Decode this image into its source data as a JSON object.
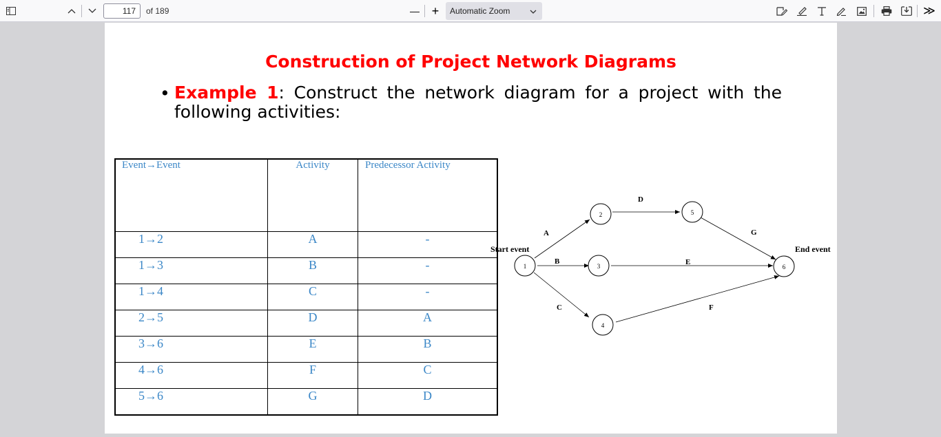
{
  "toolbar": {
    "page_number": "117",
    "page_count_label": "of 189",
    "zoom_label": "Automatic Zoom",
    "zoom_out_glyph": "—",
    "zoom_in_glyph": "+",
    "more_glyph": "≫"
  },
  "document": {
    "title": "Construction of Project Network Diagrams",
    "bullet": "•",
    "example_label": "Example 1",
    "example_text": ": Construct the network diagram for a project with the following activities:"
  },
  "table": {
    "headers": [
      "Event→Event",
      "Activity",
      "Predecessor Activity"
    ],
    "rows": [
      [
        "1→2",
        "A",
        "-"
      ],
      [
        "1→3",
        "B",
        "-"
      ],
      [
        "1→4",
        "C",
        "-"
      ],
      [
        "2→5",
        "D",
        "A"
      ],
      [
        "3→6",
        "E",
        "B"
      ],
      [
        "4→6",
        "F",
        "C"
      ],
      [
        "5→6",
        "G",
        "D"
      ]
    ]
  },
  "network": {
    "start_label": "Start event",
    "end_label": "End event",
    "nodes": [
      "1",
      "2",
      "3",
      "4",
      "5",
      "6"
    ],
    "activity_labels": [
      "A",
      "B",
      "C",
      "D",
      "E",
      "F",
      "G"
    ]
  }
}
